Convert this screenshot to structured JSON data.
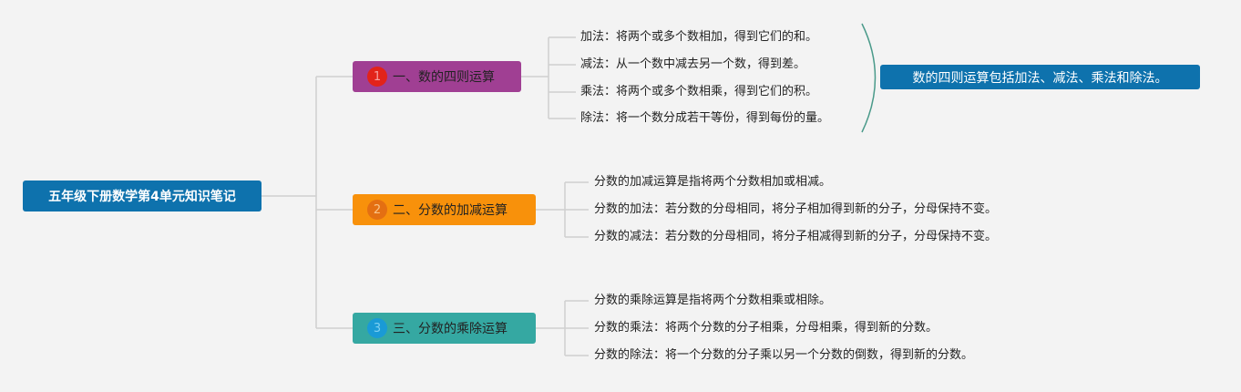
{
  "root": {
    "label": "五年级下册数学第4单元知识笔记"
  },
  "branches": [
    {
      "number": "1",
      "label": "一、数的四则运算",
      "leaves": [
        "加法：将两个或多个数相加，得到它们的和。",
        "减法：从一个数中减去另一个数，得到差。",
        "乘法：将两个或多个数相乘，得到它们的积。",
        "除法：将一个数分成若干等份，得到每份的量。"
      ],
      "summary": "数的四则运算包括加法、减法、乘法和除法。"
    },
    {
      "number": "2",
      "label": "二、分数的加减运算",
      "leaves": [
        "分数的加减运算是指将两个分数相加或相减。",
        "分数的加法：若分数的分母相同，将分子相加得到新的分子，分母保持不变。",
        "分数的减法：若分数的分母相同，将分子相减得到新的分子，分母保持不变。"
      ]
    },
    {
      "number": "3",
      "label": "三、分数的乘除运算",
      "leaves": [
        "分数的乘除运算是指将两个分数相乘或相除。",
        "分数的乘法：将两个分数的分子相乘，分母相乘，得到新的分数。",
        "分数的除法：将一个分数的分子乘以另一个分数的倒数，得到新的分数。"
      ]
    }
  ],
  "colors": {
    "root": "#0e72ad",
    "branch1": "#a03f93",
    "branch2": "#f8910b",
    "branch3": "#35a8a2",
    "summary": "#0e72ad",
    "connector": "#d0d0d0",
    "brace": "#4a9a8a"
  }
}
